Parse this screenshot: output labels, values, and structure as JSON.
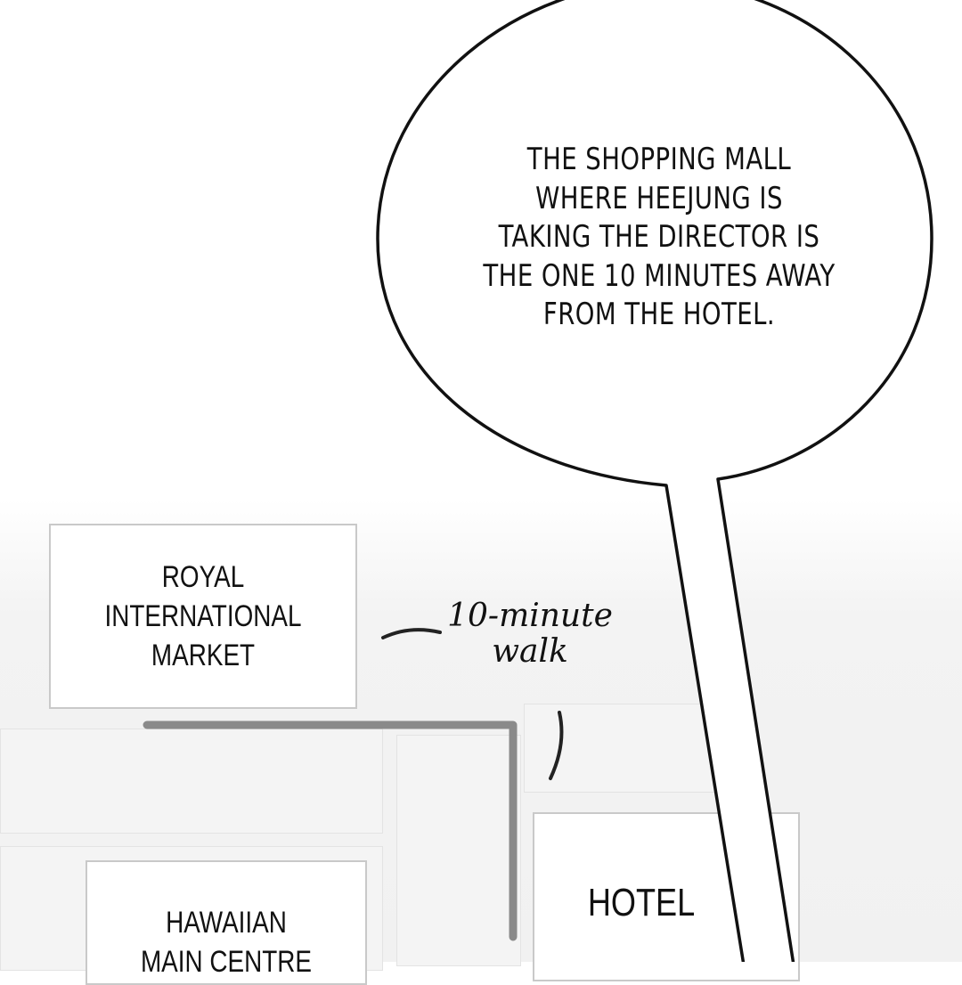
{
  "speech_bubble": {
    "lines": [
      "THE SHOPPING MALL",
      "WHERE HEEJUNG IS",
      "TAKING THE DIRECTOR IS",
      "THE ONE 10 MINUTES AWAY",
      "FROM THE HOTEL."
    ]
  },
  "map": {
    "royal_market": {
      "lines": [
        "ROYAL",
        "INTERNATIONAL",
        "MARKET"
      ]
    },
    "walk_note": {
      "lines": [
        "10-minute",
        "walk"
      ]
    },
    "hotel": {
      "label": "HOTEL"
    },
    "hawaiian": {
      "lines": [
        "HAWAIIAN",
        "MAIN CENTRE"
      ]
    }
  },
  "colors": {
    "outline": "#111111",
    "block_border": "#c9c9c9",
    "route": "#8a8a8a"
  }
}
